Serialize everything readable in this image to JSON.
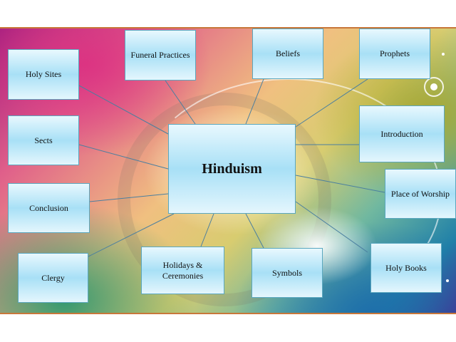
{
  "diagram": {
    "type": "mind-map",
    "center": {
      "label": "Hinduism"
    },
    "nodes": [
      {
        "id": "holy-sites",
        "label": "Holy Sites"
      },
      {
        "id": "funeral-practices",
        "label": "Funeral Practices"
      },
      {
        "id": "beliefs",
        "label": "Beliefs"
      },
      {
        "id": "prophets",
        "label": "Prophets"
      },
      {
        "id": "sects",
        "label": "Sects"
      },
      {
        "id": "introduction",
        "label": "Introduction"
      },
      {
        "id": "place-of-worship",
        "label": "Place of Worship"
      },
      {
        "id": "conclusion",
        "label": "Conclusion"
      },
      {
        "id": "clergy",
        "label": "Clergy"
      },
      {
        "id": "holidays-ceremonies",
        "label": "Holidays & Ceremonies"
      },
      {
        "id": "symbols",
        "label": "Symbols"
      },
      {
        "id": "holy-books",
        "label": "Holy Books"
      }
    ],
    "colors": {
      "box_fill": "#a8e0f6",
      "box_border": "#5aa7bf",
      "link": "#4a7fa0",
      "slide_border": "#c8773a"
    }
  }
}
